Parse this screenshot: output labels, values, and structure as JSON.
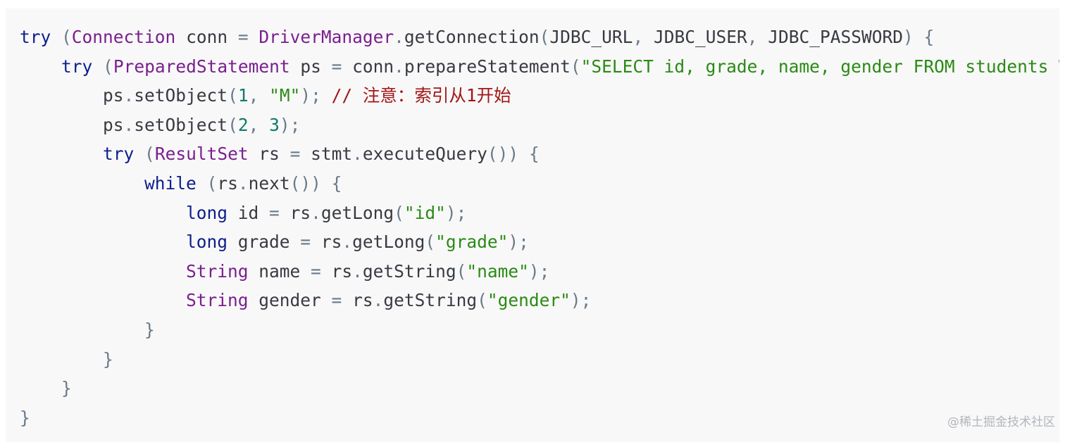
{
  "colors": {
    "background": "#f8f8f8",
    "keyword": "#0e1e8c",
    "type": "#7a1f8f",
    "string": "#2a8a14",
    "number": "#117a6e",
    "comment": "#a31515",
    "punctuation": "#6a7a8a",
    "plain": "#383a42"
  },
  "code_lines": [
    {
      "indent": 0,
      "tokens": [
        {
          "c": "kw",
          "t": "try"
        },
        {
          "c": "plain",
          "t": " "
        },
        {
          "c": "punc",
          "t": "("
        },
        {
          "c": "type",
          "t": "Connection"
        },
        {
          "c": "plain",
          "t": " conn "
        },
        {
          "c": "punc",
          "t": "="
        },
        {
          "c": "plain",
          "t": " "
        },
        {
          "c": "type",
          "t": "DriverManager"
        },
        {
          "c": "punc",
          "t": "."
        },
        {
          "c": "plain",
          "t": "getConnection"
        },
        {
          "c": "punc",
          "t": "("
        },
        {
          "c": "plain",
          "t": "JDBC_URL"
        },
        {
          "c": "punc",
          "t": ","
        },
        {
          "c": "plain",
          "t": " JDBC_USER"
        },
        {
          "c": "punc",
          "t": ","
        },
        {
          "c": "plain",
          "t": " JDBC_PASSWORD"
        },
        {
          "c": "punc",
          "t": ")"
        },
        {
          "c": "plain",
          "t": " "
        },
        {
          "c": "punc",
          "t": "{"
        }
      ]
    },
    {
      "indent": 1,
      "tokens": [
        {
          "c": "kw",
          "t": "try"
        },
        {
          "c": "plain",
          "t": " "
        },
        {
          "c": "punc",
          "t": "("
        },
        {
          "c": "type",
          "t": "PreparedStatement"
        },
        {
          "c": "plain",
          "t": " ps "
        },
        {
          "c": "punc",
          "t": "="
        },
        {
          "c": "plain",
          "t": " conn"
        },
        {
          "c": "punc",
          "t": "."
        },
        {
          "c": "plain",
          "t": "prepareStatement"
        },
        {
          "c": "punc",
          "t": "("
        },
        {
          "c": "str",
          "t": "\"SELECT id, grade, name, gender FROM students WHERE gender=? AND grade=?\""
        },
        {
          "c": "punc",
          "t": "))"
        },
        {
          "c": "plain",
          "t": " "
        },
        {
          "c": "punc",
          "t": "{"
        }
      ]
    },
    {
      "indent": 2,
      "tokens": [
        {
          "c": "plain",
          "t": "ps"
        },
        {
          "c": "punc",
          "t": "."
        },
        {
          "c": "plain",
          "t": "setObject"
        },
        {
          "c": "punc",
          "t": "("
        },
        {
          "c": "num",
          "t": "1"
        },
        {
          "c": "punc",
          "t": ","
        },
        {
          "c": "plain",
          "t": " "
        },
        {
          "c": "str",
          "t": "\"M\""
        },
        {
          "c": "punc",
          "t": ");"
        },
        {
          "c": "plain",
          "t": " "
        },
        {
          "c": "cmt",
          "t": "// 注意：索引从1开始"
        }
      ]
    },
    {
      "indent": 2,
      "tokens": [
        {
          "c": "plain",
          "t": "ps"
        },
        {
          "c": "punc",
          "t": "."
        },
        {
          "c": "plain",
          "t": "setObject"
        },
        {
          "c": "punc",
          "t": "("
        },
        {
          "c": "num",
          "t": "2"
        },
        {
          "c": "punc",
          "t": ","
        },
        {
          "c": "plain",
          "t": " "
        },
        {
          "c": "num",
          "t": "3"
        },
        {
          "c": "punc",
          "t": ");"
        }
      ]
    },
    {
      "indent": 2,
      "tokens": [
        {
          "c": "kw",
          "t": "try"
        },
        {
          "c": "plain",
          "t": " "
        },
        {
          "c": "punc",
          "t": "("
        },
        {
          "c": "type",
          "t": "ResultSet"
        },
        {
          "c": "plain",
          "t": " rs "
        },
        {
          "c": "punc",
          "t": "="
        },
        {
          "c": "plain",
          "t": " stmt"
        },
        {
          "c": "punc",
          "t": "."
        },
        {
          "c": "plain",
          "t": "executeQuery"
        },
        {
          "c": "punc",
          "t": "())"
        },
        {
          "c": "plain",
          "t": " "
        },
        {
          "c": "punc",
          "t": "{"
        }
      ]
    },
    {
      "indent": 3,
      "tokens": [
        {
          "c": "kw",
          "t": "while"
        },
        {
          "c": "plain",
          "t": " "
        },
        {
          "c": "punc",
          "t": "("
        },
        {
          "c": "plain",
          "t": "rs"
        },
        {
          "c": "punc",
          "t": "."
        },
        {
          "c": "plain",
          "t": "next"
        },
        {
          "c": "punc",
          "t": "())"
        },
        {
          "c": "plain",
          "t": " "
        },
        {
          "c": "punc",
          "t": "{"
        }
      ]
    },
    {
      "indent": 4,
      "tokens": [
        {
          "c": "kw",
          "t": "long"
        },
        {
          "c": "plain",
          "t": " id "
        },
        {
          "c": "punc",
          "t": "="
        },
        {
          "c": "plain",
          "t": " rs"
        },
        {
          "c": "punc",
          "t": "."
        },
        {
          "c": "plain",
          "t": "getLong"
        },
        {
          "c": "punc",
          "t": "("
        },
        {
          "c": "str",
          "t": "\"id\""
        },
        {
          "c": "punc",
          "t": ");"
        }
      ]
    },
    {
      "indent": 4,
      "tokens": [
        {
          "c": "kw",
          "t": "long"
        },
        {
          "c": "plain",
          "t": " grade "
        },
        {
          "c": "punc",
          "t": "="
        },
        {
          "c": "plain",
          "t": " rs"
        },
        {
          "c": "punc",
          "t": "."
        },
        {
          "c": "plain",
          "t": "getLong"
        },
        {
          "c": "punc",
          "t": "("
        },
        {
          "c": "str",
          "t": "\"grade\""
        },
        {
          "c": "punc",
          "t": ");"
        }
      ]
    },
    {
      "indent": 4,
      "tokens": [
        {
          "c": "type",
          "t": "String"
        },
        {
          "c": "plain",
          "t": " name "
        },
        {
          "c": "punc",
          "t": "="
        },
        {
          "c": "plain",
          "t": " rs"
        },
        {
          "c": "punc",
          "t": "."
        },
        {
          "c": "plain",
          "t": "getString"
        },
        {
          "c": "punc",
          "t": "("
        },
        {
          "c": "str",
          "t": "\"name\""
        },
        {
          "c": "punc",
          "t": ");"
        }
      ]
    },
    {
      "indent": 4,
      "tokens": [
        {
          "c": "type",
          "t": "String"
        },
        {
          "c": "plain",
          "t": " gender "
        },
        {
          "c": "punc",
          "t": "="
        },
        {
          "c": "plain",
          "t": " rs"
        },
        {
          "c": "punc",
          "t": "."
        },
        {
          "c": "plain",
          "t": "getString"
        },
        {
          "c": "punc",
          "t": "("
        },
        {
          "c": "str",
          "t": "\"gender\""
        },
        {
          "c": "punc",
          "t": ");"
        }
      ]
    },
    {
      "indent": 3,
      "tokens": [
        {
          "c": "punc",
          "t": "}"
        }
      ]
    },
    {
      "indent": 2,
      "tokens": [
        {
          "c": "punc",
          "t": "}"
        }
      ]
    },
    {
      "indent": 1,
      "tokens": [
        {
          "c": "punc",
          "t": "}"
        }
      ]
    },
    {
      "indent": 0,
      "tokens": [
        {
          "c": "punc",
          "t": "}"
        }
      ]
    }
  ],
  "watermark": "@稀土掘金技术社区"
}
